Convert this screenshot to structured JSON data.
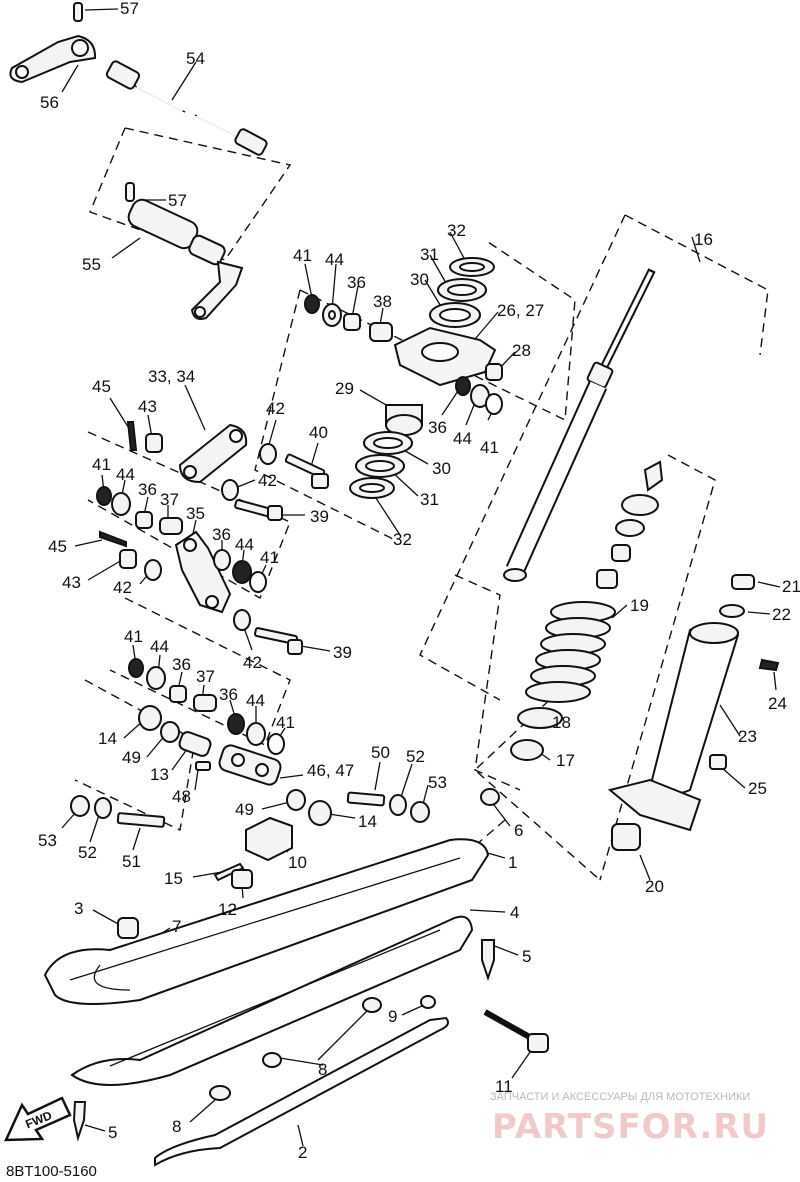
{
  "diagram": {
    "code": "8BT100-5160",
    "watermark_top": "ЗАПЧАСТИ И АКСЕССУАРЫ ДЛЯ МОТОТЕХНИКИ",
    "watermark_brand": "PARTSFOR.RU",
    "fwd_label": "FWD",
    "callouts": {
      "c57a": "57",
      "c56": "56",
      "c54": "54",
      "c57b": "57",
      "c55": "55",
      "c41a": "41",
      "c44a": "44",
      "c36a": "36",
      "c38": "38",
      "c32a": "32",
      "c31a": "31",
      "c30a": "30",
      "c2627": "26, 27",
      "c28": "28",
      "c29": "29",
      "c36b": "36",
      "c44b": "44",
      "c41b": "41",
      "c30b": "30",
      "c31b": "31",
      "c32b": "32",
      "c16": "16",
      "c45a": "45",
      "c3334": "33, 34",
      "c43a": "43",
      "c42a": "42",
      "c40": "40",
      "c41c": "41",
      "c44c": "44",
      "c36c": "36",
      "c37a": "37",
      "c42b": "42",
      "c39a": "39",
      "c35": "35",
      "c36d": "36",
      "c44d": "44",
      "c41d": "41",
      "c45b": "45",
      "c43b": "43",
      "c42c": "42",
      "c39b": "39",
      "c42d": "42",
      "c41e": "41",
      "c44e": "44",
      "c36e": "36",
      "c37b": "37",
      "c36f": "36",
      "c44f": "44",
      "c41f": "41",
      "c14a": "14",
      "c49a": "49",
      "c13": "13",
      "c48": "48",
      "c4647": "46, 47",
      "c50": "50",
      "c52a": "52",
      "c53a": "53",
      "c49b": "49",
      "c14b": "14",
      "c53b": "53",
      "c52b": "52",
      "c51": "51",
      "c10": "10",
      "c15": "15",
      "c12": "12",
      "c3": "3",
      "c7": "7",
      "c1": "1",
      "c6": "6",
      "c4": "4",
      "c5a": "5",
      "c9": "9",
      "c8a": "8",
      "c8b": "8",
      "c11": "11",
      "c5b": "5",
      "c2": "2",
      "c19": "19",
      "c18": "18",
      "c17": "17",
      "c21": "21",
      "c22": "22",
      "c24": "24",
      "c23": "23",
      "c25": "25",
      "c20": "20"
    }
  }
}
